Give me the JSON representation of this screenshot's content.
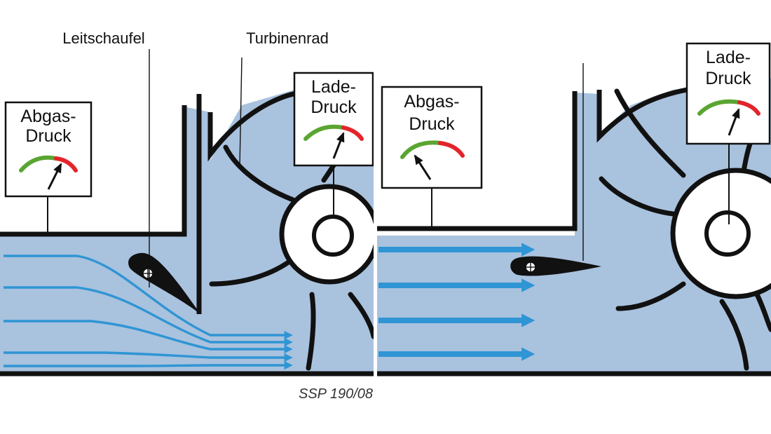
{
  "labels": {
    "guide_vane": "Leitschaufel",
    "turbine_wheel": "Turbinenrad",
    "caption": "SSP 190/08"
  },
  "gauges": {
    "exhaust_line1": "Abgas-",
    "exhaust_line2": "Druck",
    "boost_line1": "Lade-",
    "boost_line2": "Druck"
  },
  "gauge_levels": {
    "left_exhaust": 0.8,
    "left_boost": 0.55,
    "right_exhaust": 0.1,
    "right_boost": 0.55
  },
  "colors": {
    "gas": "#a9c2de",
    "flow_arrow": "#2f95d4",
    "outline": "#111111",
    "gauge_green": "#5aa532",
    "gauge_red": "#e3242b",
    "text": "#111111",
    "caption": "#333333"
  }
}
